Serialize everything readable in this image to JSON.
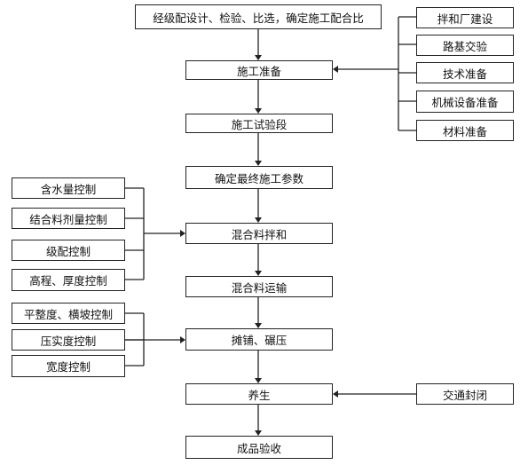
{
  "top_requirement": "经级配设计、检验、比选，确定施工配合比",
  "main_flow": [
    "施工准备",
    "施工试验段",
    "确定最终施工参数",
    "混合料拌和",
    "混合料运输",
    "摊铺、碾压",
    "养生",
    "成品验收"
  ],
  "preparation_items": [
    "拌和厂建设",
    "路基交验",
    "技术准备",
    "机械设备准备",
    "材料准备"
  ],
  "mixing_controls": [
    "含水量控制",
    "结合料剂量控制",
    "级配控制",
    "高程、厚度控制"
  ],
  "paving_controls": [
    "平整度、横坡控制",
    "压实度控制",
    "宽度控制"
  ],
  "curing_input": "交通封闭"
}
